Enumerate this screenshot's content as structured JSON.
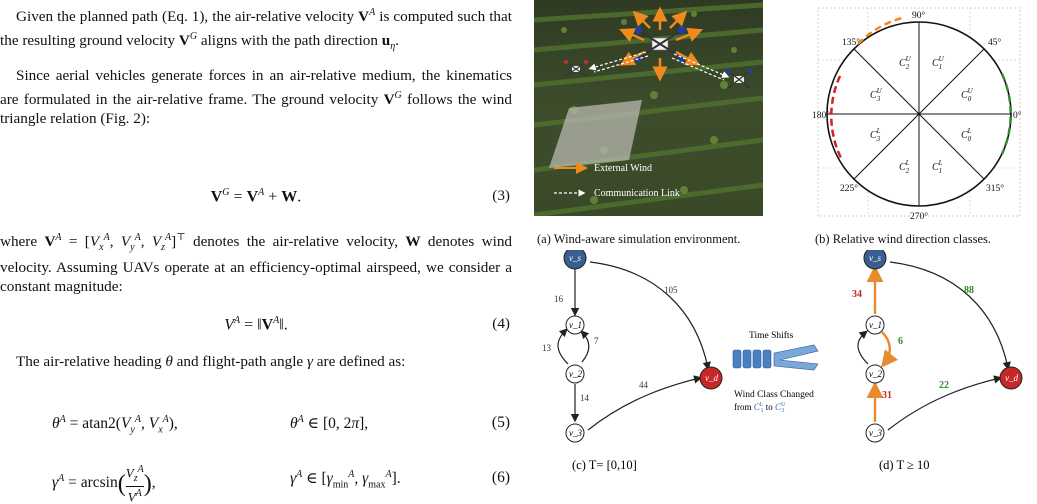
{
  "text": {
    "p1": "Given the planned path (Eq. 1), the air-relative velocity V^A is computed such that the resulting ground velocity V^G aligns with the path direction u_η.",
    "p2": "Since aerial vehicles generate forces in an air-relative medium, the kinematics are formulated in the air-relative frame. The ground velocity V^G follows the wind triangle relation (Fig. 2):",
    "eq3_num": "(3)",
    "p3": "where V^A = [V_x^A, V_y^A, V_z^A]^⊤ denotes the air-relative velocity, W denotes wind velocity. Assuming UAVs operate at an efficiency-optimal airspeed, we consider a constant magnitude:",
    "eq4_num": "(4)",
    "p4": "The air-relative heading θ and flight-path angle γ are defined as:",
    "eq5_num": "(5)",
    "eq6_num": "(6)"
  },
  "fig_a": {
    "legend_wind": "External Wind",
    "legend_comm": "Communication Link",
    "caption": "(a) Wind-aware simulation environment."
  },
  "fig_b": {
    "angles": [
      "90°",
      "45°",
      "0°",
      "315°",
      "270°",
      "225°",
      "180°",
      "135°"
    ],
    "caption": "(b) Relative wind direction classes."
  },
  "fig_c": {
    "nodes": [
      "v_s",
      "v_1",
      "v_2",
      "v_3",
      "v_d"
    ],
    "weights": {
      "s1": "16",
      "sd": "105",
      "21": "13",
      "12": "7",
      "23": "14",
      "3d": "44"
    },
    "caption": "(c) T= [0,10]"
  },
  "fig_mid": {
    "time_shifts": "Time Shifts",
    "wind_changed": "Wind Class Changed",
    "from_to": "from C_1^L to C_3^U"
  },
  "fig_d": {
    "weights": {
      "s1": "34",
      "sd": "88",
      "12": "6",
      "23": "31",
      "3d": "22"
    },
    "caption": "(d) T ≥ 10"
  },
  "colors": {
    "node_blue": "#3a5f8f",
    "node_red": "#c62828",
    "edge_orange": "#e88a2e",
    "dash_orange": "#f08a1c",
    "dash_green": "#2e8b2e",
    "dash_red": "#d32020",
    "text_red": "#c62828",
    "text_green": "#2e8b2e"
  }
}
